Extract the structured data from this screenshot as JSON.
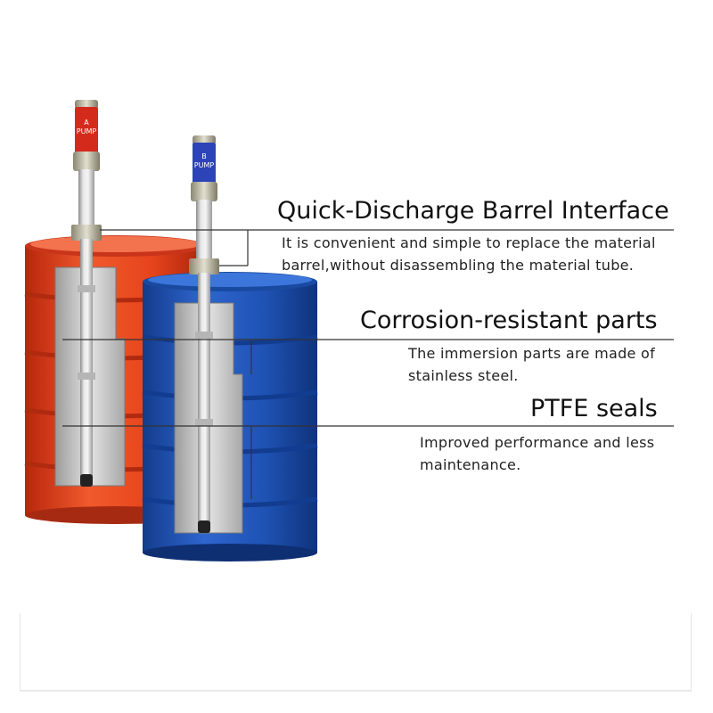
{
  "features": [
    {
      "title": "Quick-Discharge Barrel Interface",
      "text": "It is convenient and simple to replace the material barrel,without disassembling the material tube."
    },
    {
      "title": "Corrosion-resistant parts",
      "text": "The immersion parts are made of stainless steel."
    },
    {
      "title": "PTFE seals",
      "text": "Improved performance and less maintenance."
    }
  ],
  "pumps": [
    {
      "letter": "A",
      "label": "PUMP",
      "color": "#d42a1c"
    },
    {
      "letter": "B",
      "label": "PUMP",
      "color": "#2c44b8"
    }
  ],
  "colors": {
    "red_barrel": "#e8441f",
    "blue_barrel": "#1f55b5",
    "steel": "#c9c9c9",
    "line": "#333333"
  }
}
